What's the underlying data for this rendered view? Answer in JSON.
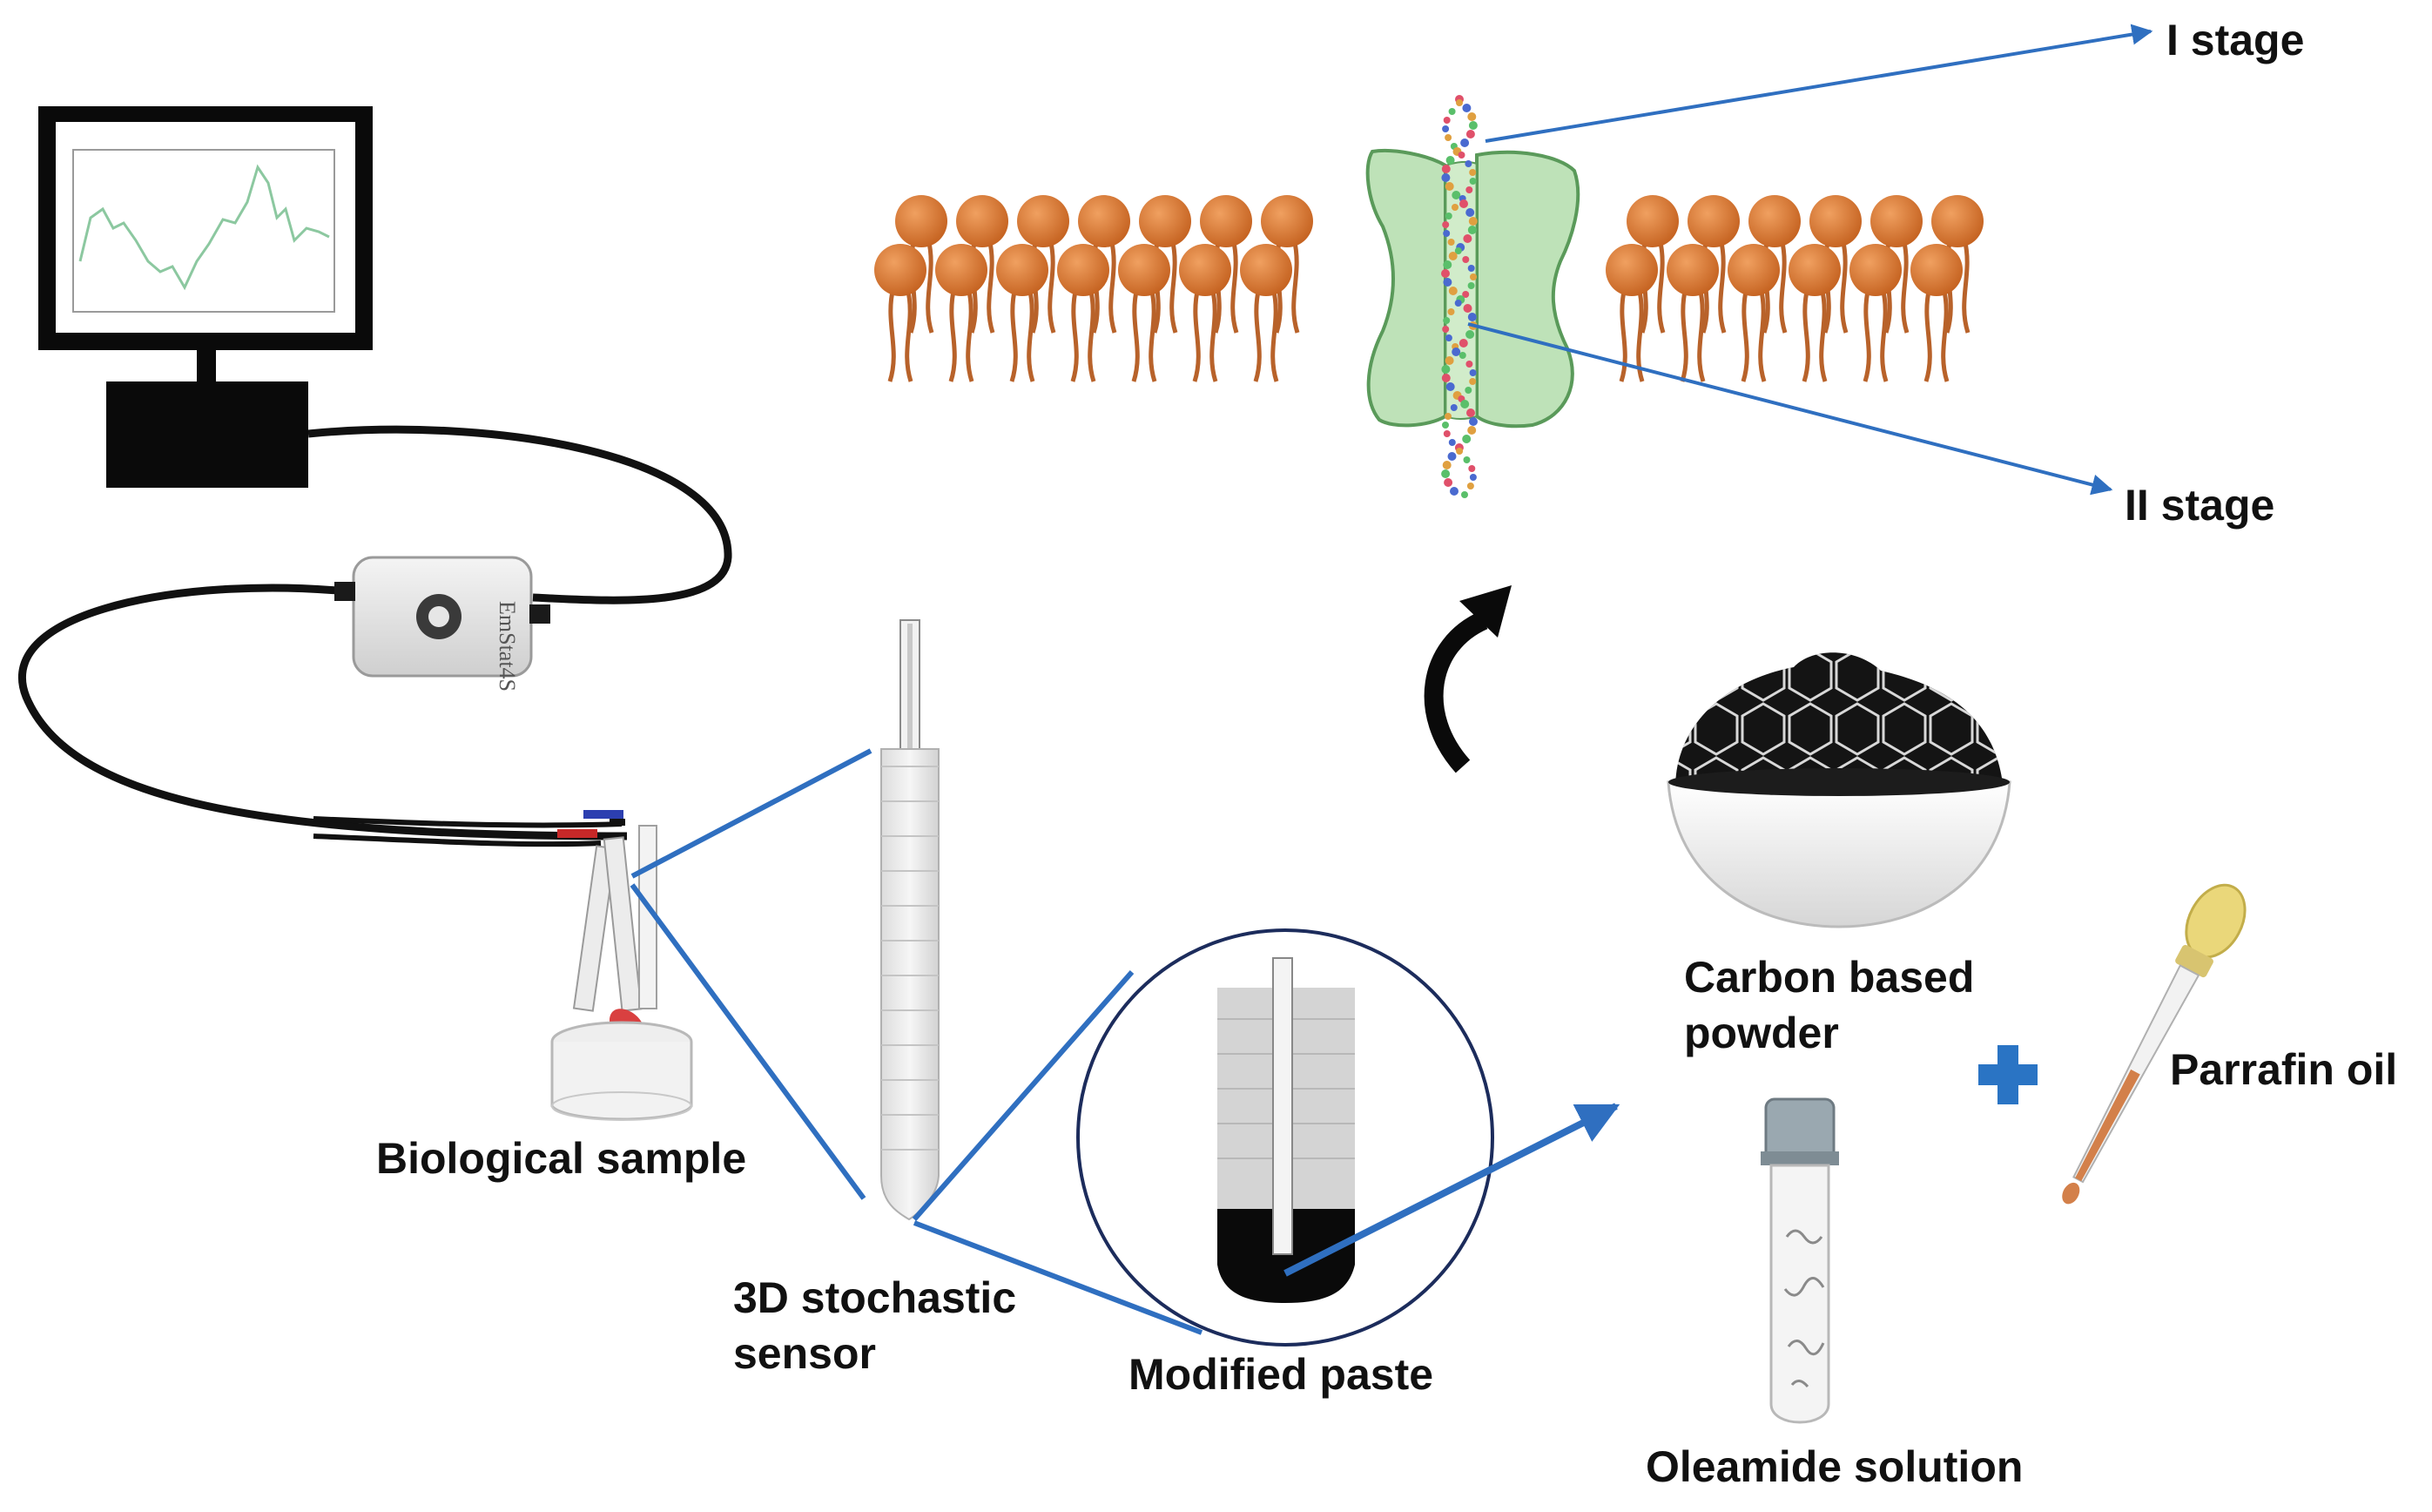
{
  "labels": {
    "stage_one": "I stage",
    "stage_two": "II stage",
    "biological_sample": "Biological sample",
    "sensor_line1": "3D stochastic",
    "sensor_line2": "sensor",
    "modified_paste": "Modified paste",
    "carbon_line1": "Carbon based",
    "carbon_line2": "powder",
    "paraffin_oil": "Parrafin oil",
    "oleamide_solution": "Oleamide solution"
  },
  "device": {
    "brand_text": "EmStat4S"
  },
  "colors": {
    "arrow_blue": "#2f6fc0",
    "lipid_head": "#d9772f",
    "lipid_tail": "#b8622a",
    "channel_green": "#a8d8a0",
    "plus_blue": "#2a74c4",
    "sample_red": "#d94040"
  }
}
